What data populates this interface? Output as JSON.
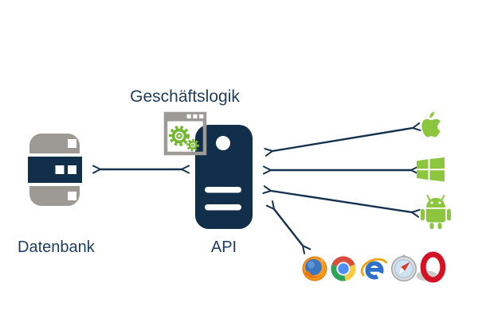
{
  "diagram": {
    "type": "architecture-diagram",
    "background": "#ffffff",
    "labels": {
      "database": "Datenbank",
      "business_logic": "Geschäftslogik",
      "api": "API"
    },
    "colors": {
      "navy": "#14324f",
      "text_navy": "#1e3c5f",
      "gray": "#9d9a96",
      "platform_green": "#8cc63e",
      "gear_green": "#72b72d",
      "arrow": "#14324f"
    },
    "nodes": {
      "database": {
        "label": "Datenbank",
        "icon": "database-icon"
      },
      "business_logic": {
        "label": "Geschäftslogik",
        "icon": "app-window-gears-icon"
      },
      "api_server": {
        "label": "API",
        "icon": "server-icon"
      },
      "platforms": [
        {
          "name": "Apple",
          "icon": "apple-icon"
        },
        {
          "name": "Windows",
          "icon": "windows-icon"
        },
        {
          "name": "Android",
          "icon": "android-icon"
        }
      ],
      "browsers": [
        {
          "name": "Firefox",
          "icon": "firefox-icon"
        },
        {
          "name": "Chrome",
          "icon": "chrome-icon"
        },
        {
          "name": "Internet Explorer",
          "icon": "internet-explorer-icon"
        },
        {
          "name": "Safari",
          "icon": "safari-icon"
        },
        {
          "name": "Opera",
          "icon": "opera-icon"
        }
      ]
    },
    "connections": [
      {
        "from": "Datenbank",
        "to": "API",
        "bidirectional": true
      },
      {
        "from": "API",
        "to": "Apple",
        "bidirectional": true
      },
      {
        "from": "API",
        "to": "Windows",
        "bidirectional": true
      },
      {
        "from": "API",
        "to": "Android",
        "bidirectional": true
      },
      {
        "from": "API",
        "to": "Browsers",
        "bidirectional": true
      }
    ]
  }
}
